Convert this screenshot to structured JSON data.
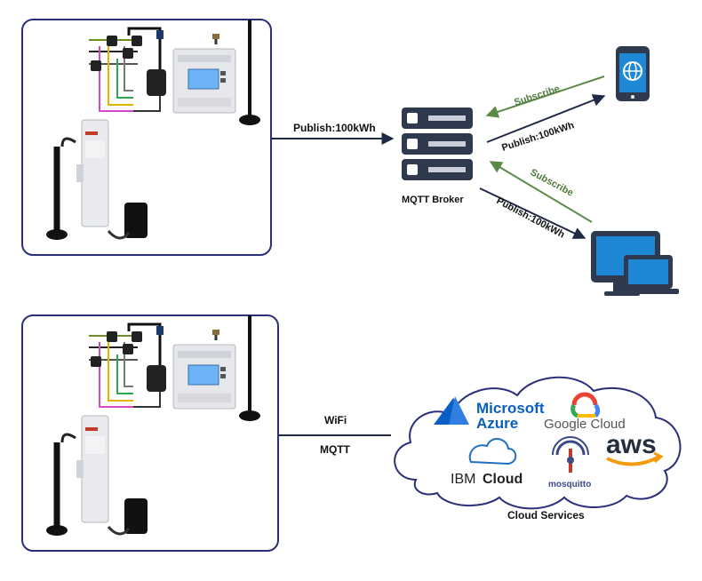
{
  "top_diagram": {
    "publish_main": "Publish:100kWh",
    "broker_label": "MQTT Broker",
    "subscribe_phone": "Subscribe",
    "publish_phone": "Publish:100kWh",
    "subscribe_pc": "Subscribe",
    "publish_pc": "Publish:100kWh"
  },
  "bottom_diagram": {
    "link_wifi": "WiFi",
    "link_mqtt": "MQTT",
    "cloud_caption": "Cloud Services"
  },
  "cloud_logos": {
    "azure_line1": "Microsoft",
    "azure_line2": "Azure",
    "google": "Google Cloud",
    "aws": "aws",
    "ibm_plain": "IBM",
    "ibm_bold": "Cloud",
    "mosquitto": "mosquitto"
  },
  "colors": {
    "frame_border": "#2b2f7a",
    "arrow_dark": "#1f2a44",
    "arrow_green": "#5b8a46",
    "server_dark": "#2f3a4e",
    "screen_blue": "#1e88d6",
    "azure_blue": "#0a5ec4",
    "aws_orange": "#f39c12"
  },
  "icons": {
    "meter_device": "energy-meter-icon",
    "wifi_module": "wifi-module-icon",
    "current_clamp": "current-clamp-icon",
    "antenna": "antenna-icon",
    "server": "server-icon",
    "smartphone": "smartphone-icon",
    "computer": "computer-icon",
    "cloud": "cloud-icon"
  }
}
